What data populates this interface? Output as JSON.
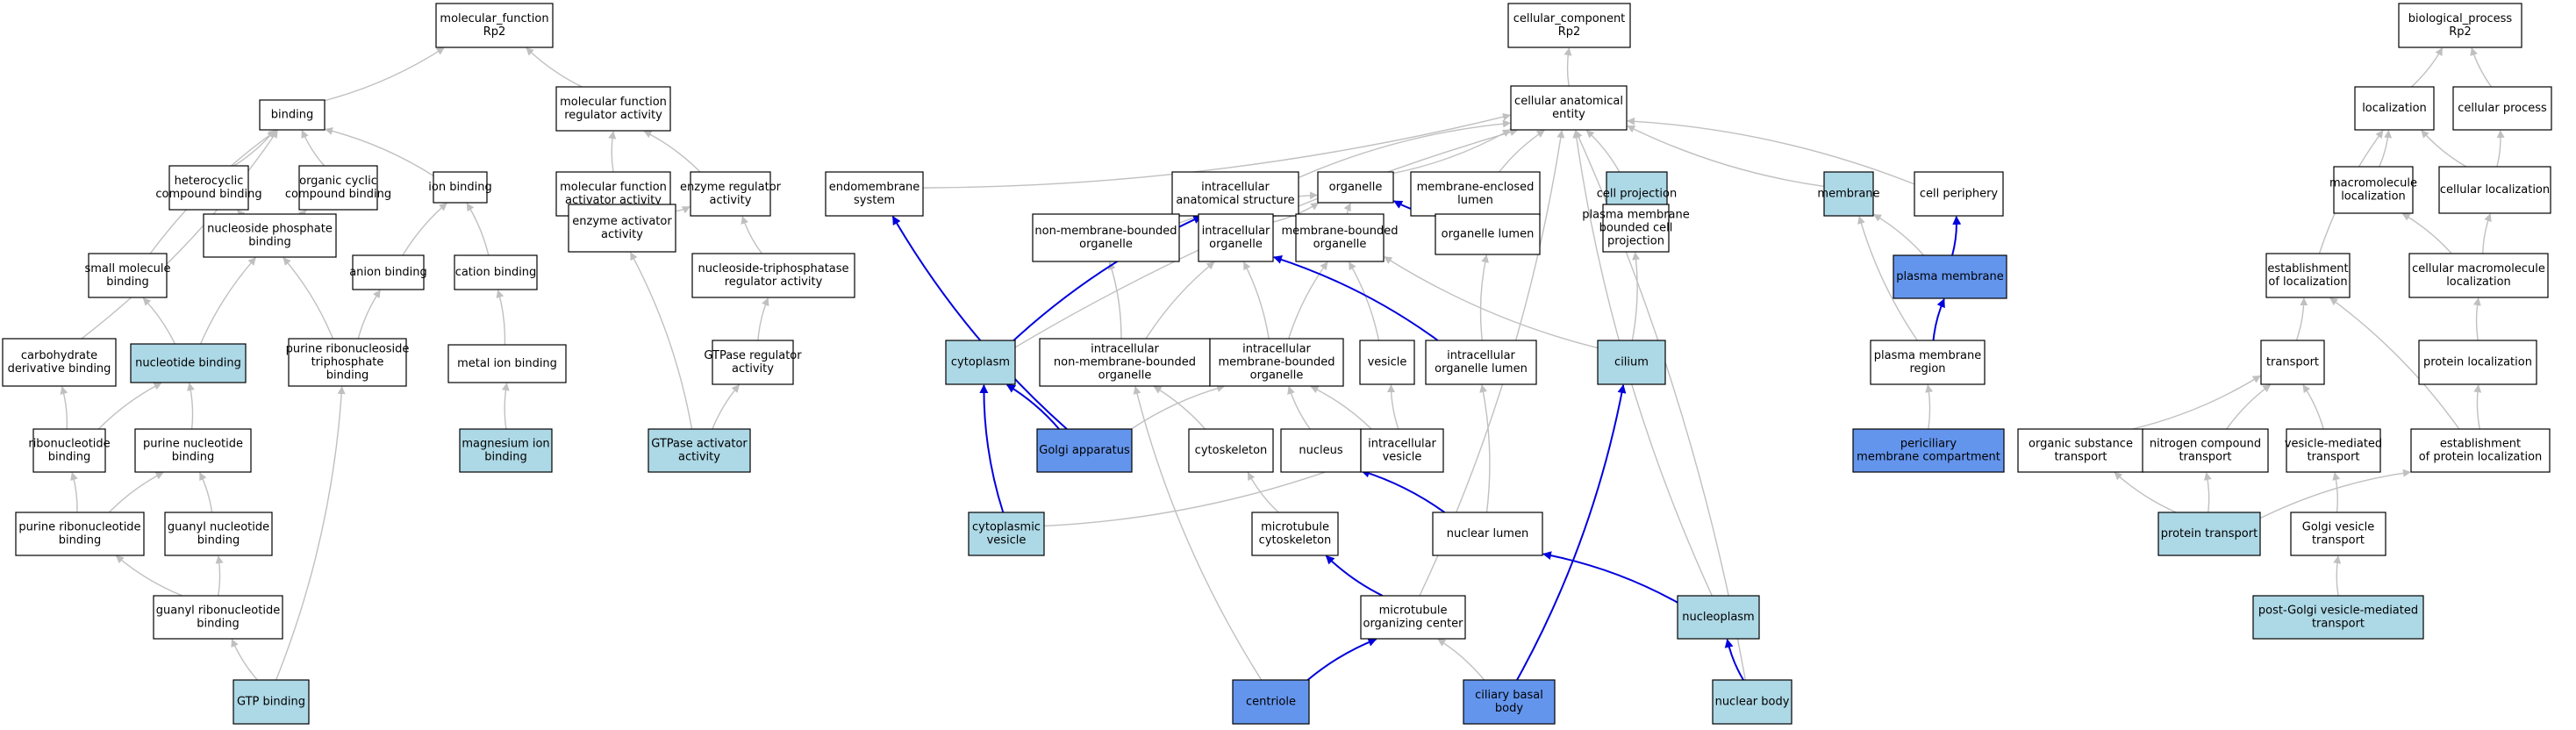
{
  "colors": {
    "plain": "#ffffff",
    "light": "#add8e6",
    "dark": "#6495ed",
    "edge_grey": "#c0c0c0",
    "edge_blue": "#0000dd"
  },
  "nodes": [
    {
      "id": "mf_root",
      "label": [
        "molecular_function",
        "Rp2"
      ],
      "fill": "plain"
    },
    {
      "id": "binding",
      "label": [
        "binding"
      ],
      "fill": "plain"
    },
    {
      "id": "mf_reg",
      "label": [
        "molecular function",
        "regulator activity"
      ],
      "fill": "plain"
    },
    {
      "id": "hetero",
      "label": [
        "heterocyclic",
        "compound binding"
      ],
      "fill": "plain"
    },
    {
      "id": "organic_cyclic",
      "label": [
        "organic cyclic",
        "compound binding"
      ],
      "fill": "plain"
    },
    {
      "id": "ion_binding",
      "label": [
        "ion binding"
      ],
      "fill": "plain"
    },
    {
      "id": "mf_act",
      "label": [
        "molecular function",
        "activator activity"
      ],
      "fill": "plain"
    },
    {
      "id": "enz_reg",
      "label": [
        "enzyme regulator",
        "activity"
      ],
      "fill": "plain"
    },
    {
      "id": "small_mol",
      "label": [
        "small molecule",
        "binding"
      ],
      "fill": "plain"
    },
    {
      "id": "nuc_phos",
      "label": [
        "nucleoside phosphate",
        "binding"
      ],
      "fill": "plain"
    },
    {
      "id": "anion",
      "label": [
        "anion binding"
      ],
      "fill": "plain"
    },
    {
      "id": "cation",
      "label": [
        "cation binding"
      ],
      "fill": "plain"
    },
    {
      "id": "enz_act",
      "label": [
        "enzyme activator",
        "activity"
      ],
      "fill": "plain"
    },
    {
      "id": "ntpase_reg",
      "label": [
        "nucleoside-triphosphatase",
        "regulator activity"
      ],
      "fill": "plain"
    },
    {
      "id": "carb",
      "label": [
        "carbohydrate",
        "derivative binding"
      ],
      "fill": "plain"
    },
    {
      "id": "nucleotide",
      "label": [
        "nucleotide binding"
      ],
      "fill": "light"
    },
    {
      "id": "purine_rnt",
      "label": [
        "purine ribonucleoside",
        "triphosphate",
        "binding"
      ],
      "fill": "plain"
    },
    {
      "id": "metal",
      "label": [
        "metal ion binding"
      ],
      "fill": "plain"
    },
    {
      "id": "gtpase_reg",
      "label": [
        "GTPase regulator",
        "activity"
      ],
      "fill": "plain"
    },
    {
      "id": "ribonuc",
      "label": [
        "ribonucleotide",
        "binding"
      ],
      "fill": "plain"
    },
    {
      "id": "purine_nuc",
      "label": [
        "purine nucleotide",
        "binding"
      ],
      "fill": "plain"
    },
    {
      "id": "magnesium",
      "label": [
        "magnesium ion",
        "binding"
      ],
      "fill": "light"
    },
    {
      "id": "gtpase_act",
      "label": [
        "GTPase activator",
        "activity"
      ],
      "fill": "light"
    },
    {
      "id": "purine_ribo",
      "label": [
        "purine ribonucleotide",
        "binding"
      ],
      "fill": "plain"
    },
    {
      "id": "guanyl_nuc",
      "label": [
        "guanyl nucleotide",
        "binding"
      ],
      "fill": "plain"
    },
    {
      "id": "guanyl_ribo",
      "label": [
        "guanyl ribonucleotide",
        "binding"
      ],
      "fill": "plain"
    },
    {
      "id": "gtp",
      "label": [
        "GTP binding"
      ],
      "fill": "light"
    },
    {
      "id": "cc_root",
      "label": [
        "cellular_component",
        "Rp2"
      ],
      "fill": "plain"
    },
    {
      "id": "cae",
      "label": [
        "cellular anatomical",
        "entity"
      ],
      "fill": "plain"
    },
    {
      "id": "endomem",
      "label": [
        "endomembrane",
        "system"
      ],
      "fill": "plain"
    },
    {
      "id": "intra_anat",
      "label": [
        "intracellular",
        "anatomical structure"
      ],
      "fill": "plain"
    },
    {
      "id": "organelle",
      "label": [
        "organelle"
      ],
      "fill": "plain"
    },
    {
      "id": "mem_lumen",
      "label": [
        "membrane-enclosed",
        "lumen"
      ],
      "fill": "plain"
    },
    {
      "id": "cell_proj",
      "label": [
        "cell projection"
      ],
      "fill": "light"
    },
    {
      "id": "membrane",
      "label": [
        "membrane"
      ],
      "fill": "light"
    },
    {
      "id": "cell_periph",
      "label": [
        "cell periphery"
      ],
      "fill": "plain"
    },
    {
      "id": "non_mem_org",
      "label": [
        "non-membrane-bounded",
        "organelle"
      ],
      "fill": "plain"
    },
    {
      "id": "intra_org",
      "label": [
        "intracellular",
        "organelle"
      ],
      "fill": "plain"
    },
    {
      "id": "mem_org",
      "label": [
        "membrane-bounded",
        "organelle"
      ],
      "fill": "plain"
    },
    {
      "id": "org_lumen",
      "label": [
        "organelle lumen"
      ],
      "fill": "plain"
    },
    {
      "id": "pm_proj",
      "label": [
        "plasma membrane",
        "bounded cell",
        "projection"
      ],
      "fill": "plain"
    },
    {
      "id": "pm",
      "label": [
        "plasma membrane"
      ],
      "fill": "dark"
    },
    {
      "id": "cytoplasm",
      "label": [
        "cytoplasm"
      ],
      "fill": "light"
    },
    {
      "id": "intra_nonmem",
      "label": [
        "intracellular",
        "non-membrane-bounded",
        "organelle"
      ],
      "fill": "plain"
    },
    {
      "id": "intra_mem",
      "label": [
        "intracellular",
        "membrane-bounded",
        "organelle"
      ],
      "fill": "plain"
    },
    {
      "id": "vesicle",
      "label": [
        "vesicle"
      ],
      "fill": "plain"
    },
    {
      "id": "intra_org_lumen",
      "label": [
        "intracellular",
        "organelle lumen"
      ],
      "fill": "plain"
    },
    {
      "id": "cilium",
      "label": [
        "cilium"
      ],
      "fill": "light"
    },
    {
      "id": "pm_region",
      "label": [
        "plasma membrane",
        "region"
      ],
      "fill": "plain"
    },
    {
      "id": "golgi",
      "label": [
        "Golgi apparatus"
      ],
      "fill": "dark"
    },
    {
      "id": "cytoskeleton",
      "label": [
        "cytoskeleton"
      ],
      "fill": "plain"
    },
    {
      "id": "nucleus",
      "label": [
        "nucleus"
      ],
      "fill": "plain"
    },
    {
      "id": "intra_vesicle",
      "label": [
        "intracellular",
        "vesicle"
      ],
      "fill": "plain"
    },
    {
      "id": "periciliary",
      "label": [
        "periciliary",
        "membrane compartment"
      ],
      "fill": "dark"
    },
    {
      "id": "cyto_vesicle",
      "label": [
        "cytoplasmic",
        "vesicle"
      ],
      "fill": "light"
    },
    {
      "id": "mt_cytoskel",
      "label": [
        "microtubule",
        "cytoskeleton"
      ],
      "fill": "plain"
    },
    {
      "id": "nuc_lumen",
      "label": [
        "nuclear lumen"
      ],
      "fill": "plain"
    },
    {
      "id": "mtoc",
      "label": [
        "microtubule",
        "organizing center"
      ],
      "fill": "plain"
    },
    {
      "id": "nucleoplasm",
      "label": [
        "nucleoplasm"
      ],
      "fill": "light"
    },
    {
      "id": "centriole",
      "label": [
        "centriole"
      ],
      "fill": "dark"
    },
    {
      "id": "basal_body",
      "label": [
        "ciliary basal",
        "body"
      ],
      "fill": "dark"
    },
    {
      "id": "nuc_body",
      "label": [
        "nuclear body"
      ],
      "fill": "light"
    },
    {
      "id": "bp_root",
      "label": [
        "biological_process",
        "Rp2"
      ],
      "fill": "plain"
    },
    {
      "id": "localization",
      "label": [
        "localization"
      ],
      "fill": "plain"
    },
    {
      "id": "cell_process",
      "label": [
        "cellular process"
      ],
      "fill": "plain"
    },
    {
      "id": "macro_loc",
      "label": [
        "macromolecule",
        "localization"
      ],
      "fill": "plain"
    },
    {
      "id": "cell_loc",
      "label": [
        "cellular localization"
      ],
      "fill": "plain"
    },
    {
      "id": "est_loc",
      "label": [
        "establishment",
        "of localization"
      ],
      "fill": "plain"
    },
    {
      "id": "cell_macro_loc",
      "label": [
        "cellular macromolecule",
        "localization"
      ],
      "fill": "plain"
    },
    {
      "id": "transport",
      "label": [
        "transport"
      ],
      "fill": "plain"
    },
    {
      "id": "protein_loc",
      "label": [
        "protein localization"
      ],
      "fill": "plain"
    },
    {
      "id": "organic_trans",
      "label": [
        "organic substance",
        "transport"
      ],
      "fill": "plain"
    },
    {
      "id": "nitrogen_trans",
      "label": [
        "nitrogen compound",
        "transport"
      ],
      "fill": "plain"
    },
    {
      "id": "vesicle_trans",
      "label": [
        "vesicle-mediated",
        "transport"
      ],
      "fill": "plain"
    },
    {
      "id": "est_prot_loc",
      "label": [
        "establishment",
        "of protein localization"
      ],
      "fill": "plain"
    },
    {
      "id": "protein_trans",
      "label": [
        "protein transport"
      ],
      "fill": "light"
    },
    {
      "id": "golgi_ves",
      "label": [
        "Golgi vesicle",
        "transport"
      ],
      "fill": "plain"
    },
    {
      "id": "post_golgi",
      "label": [
        "post-Golgi vesicle-mediated",
        "transport"
      ],
      "fill": "light"
    }
  ],
  "edges": [
    {
      "from": "binding",
      "to": "mf_root",
      "color": "grey"
    },
    {
      "from": "mf_reg",
      "to": "mf_root",
      "color": "grey"
    },
    {
      "from": "hetero",
      "to": "binding",
      "color": "grey"
    },
    {
      "from": "organic_cyclic",
      "to": "binding",
      "color": "grey"
    },
    {
      "from": "ion_binding",
      "to": "binding",
      "color": "grey"
    },
    {
      "from": "small_mol",
      "to": "binding",
      "color": "grey"
    },
    {
      "from": "carb",
      "to": "binding",
      "color": "grey"
    },
    {
      "from": "mf_act",
      "to": "mf_reg",
      "color": "grey"
    },
    {
      "from": "enz_reg",
      "to": "mf_reg",
      "color": "grey"
    },
    {
      "from": "nuc_phos",
      "to": "hetero",
      "color": "grey"
    },
    {
      "from": "nuc_phos",
      "to": "organic_cyclic",
      "color": "grey"
    },
    {
      "from": "anion",
      "to": "ion_binding",
      "color": "grey"
    },
    {
      "from": "cation",
      "to": "ion_binding",
      "color": "grey"
    },
    {
      "from": "enz_act",
      "to": "mf_act",
      "color": "grey"
    },
    {
      "from": "enz_act",
      "to": "enz_reg",
      "color": "grey"
    },
    {
      "from": "ntpase_reg",
      "to": "enz_reg",
      "color": "grey"
    },
    {
      "from": "nucleotide",
      "to": "small_mol",
      "color": "grey"
    },
    {
      "from": "nucleotide",
      "to": "nuc_phos",
      "color": "grey"
    },
    {
      "from": "purine_rnt",
      "to": "nuc_phos",
      "color": "grey"
    },
    {
      "from": "purine_rnt",
      "to": "anion",
      "color": "grey"
    },
    {
      "from": "metal",
      "to": "cation",
      "color": "grey"
    },
    {
      "from": "gtpase_reg",
      "to": "ntpase_reg",
      "color": "grey"
    },
    {
      "from": "ribonuc",
      "to": "carb",
      "color": "grey"
    },
    {
      "from": "ribonuc",
      "to": "nucleotide",
      "color": "grey"
    },
    {
      "from": "purine_nuc",
      "to": "nucleotide",
      "color": "grey"
    },
    {
      "from": "magnesium",
      "to": "metal",
      "color": "grey"
    },
    {
      "from": "gtpase_act",
      "to": "enz_act",
      "color": "grey"
    },
    {
      "from": "gtpase_act",
      "to": "gtpase_reg",
      "color": "grey"
    },
    {
      "from": "purine_ribo",
      "to": "ribonuc",
      "color": "grey"
    },
    {
      "from": "purine_ribo",
      "to": "purine_nuc",
      "color": "grey"
    },
    {
      "from": "guanyl_nuc",
      "to": "purine_nuc",
      "color": "grey"
    },
    {
      "from": "guanyl_ribo",
      "to": "purine_ribo",
      "color": "grey"
    },
    {
      "from": "guanyl_ribo",
      "to": "guanyl_nuc",
      "color": "grey"
    },
    {
      "from": "gtp",
      "to": "guanyl_ribo",
      "color": "grey"
    },
    {
      "from": "gtp",
      "to": "purine_rnt",
      "color": "grey"
    },
    {
      "from": "cae",
      "to": "cc_root",
      "color": "grey"
    },
    {
      "from": "endomem",
      "to": "cae",
      "color": "grey"
    },
    {
      "from": "intra_anat",
      "to": "cae",
      "color": "grey"
    },
    {
      "from": "organelle",
      "to": "cae",
      "color": "grey"
    },
    {
      "from": "mem_lumen",
      "to": "cae",
      "color": "grey"
    },
    {
      "from": "cell_proj",
      "to": "cae",
      "color": "grey"
    },
    {
      "from": "membrane",
      "to": "cae",
      "color": "grey"
    },
    {
      "from": "cell_periph",
      "to": "cae",
      "color": "grey"
    },
    {
      "from": "cytoplasm",
      "to": "cae",
      "color": "grey"
    },
    {
      "from": "mtoc",
      "to": "cae",
      "color": "grey"
    },
    {
      "from": "nucleoplasm",
      "to": "cae",
      "color": "grey"
    },
    {
      "from": "nuc_body",
      "to": "cae",
      "color": "grey"
    },
    {
      "from": "non_mem_org",
      "to": "organelle",
      "color": "grey"
    },
    {
      "from": "intra_org",
      "to": "organelle",
      "color": "grey"
    },
    {
      "from": "mem_org",
      "to": "organelle",
      "color": "grey"
    },
    {
      "from": "org_lumen",
      "to": "mem_lumen",
      "color": "grey"
    },
    {
      "from": "pm_proj",
      "to": "cell_proj",
      "color": "grey"
    },
    {
      "from": "pm",
      "to": "membrane",
      "color": "grey"
    },
    {
      "from": "pm_region",
      "to": "membrane",
      "color": "grey"
    },
    {
      "from": "intra_nonmem",
      "to": "non_mem_org",
      "color": "grey"
    },
    {
      "from": "intra_nonmem",
      "to": "intra_org",
      "color": "grey"
    },
    {
      "from": "intra_mem",
      "to": "intra_org",
      "color": "grey"
    },
    {
      "from": "intra_mem",
      "to": "mem_org",
      "color": "grey"
    },
    {
      "from": "vesicle",
      "to": "mem_org",
      "color": "grey"
    },
    {
      "from": "intra_org_lumen",
      "to": "org_lumen",
      "color": "grey"
    },
    {
      "from": "cilium",
      "to": "pm_proj",
      "color": "grey"
    },
    {
      "from": "cilium",
      "to": "mem_org",
      "color": "grey"
    },
    {
      "from": "periciliary",
      "to": "pm_region",
      "color": "grey"
    },
    {
      "from": "golgi",
      "to": "intra_mem",
      "color": "grey"
    },
    {
      "from": "cytoskeleton",
      "to": "intra_nonmem",
      "color": "grey"
    },
    {
      "from": "nucleus",
      "to": "intra_mem",
      "color": "grey"
    },
    {
      "from": "intra_vesicle",
      "to": "intra_mem",
      "color": "grey"
    },
    {
      "from": "intra_vesicle",
      "to": "vesicle",
      "color": "grey"
    },
    {
      "from": "cyto_vesicle",
      "to": "intra_vesicle",
      "color": "grey"
    },
    {
      "from": "mt_cytoskel",
      "to": "cytoskeleton",
      "color": "grey"
    },
    {
      "from": "nuc_lumen",
      "to": "intra_org_lumen",
      "color": "grey"
    },
    {
      "from": "centriole",
      "to": "intra_nonmem",
      "color": "grey"
    },
    {
      "from": "basal_body",
      "to": "mtoc",
      "color": "grey"
    },
    {
      "from": "cytoplasm",
      "to": "intra_anat",
      "color": "blue"
    },
    {
      "from": "intra_org",
      "to": "intra_anat",
      "color": "blue"
    },
    {
      "from": "org_lumen",
      "to": "organelle",
      "color": "blue"
    },
    {
      "from": "pm",
      "to": "cell_periph",
      "color": "blue"
    },
    {
      "from": "pm_region",
      "to": "pm",
      "color": "blue"
    },
    {
      "from": "intra_org_lumen",
      "to": "intra_org",
      "color": "blue"
    },
    {
      "from": "golgi",
      "to": "endomem",
      "color": "blue"
    },
    {
      "from": "golgi",
      "to": "cytoplasm",
      "color": "blue"
    },
    {
      "from": "cyto_vesicle",
      "to": "cytoplasm",
      "color": "blue"
    },
    {
      "from": "nuc_lumen",
      "to": "nucleus",
      "color": "blue"
    },
    {
      "from": "mtoc",
      "to": "mt_cytoskel",
      "color": "blue"
    },
    {
      "from": "nucleoplasm",
      "to": "nuc_lumen",
      "color": "blue"
    },
    {
      "from": "centriole",
      "to": "mtoc",
      "color": "blue"
    },
    {
      "from": "basal_body",
      "to": "cilium",
      "color": "blue"
    },
    {
      "from": "nuc_body",
      "to": "nucleoplasm",
      "color": "blue"
    },
    {
      "from": "localization",
      "to": "bp_root",
      "color": "grey"
    },
    {
      "from": "cell_process",
      "to": "bp_root",
      "color": "grey"
    },
    {
      "from": "macro_loc",
      "to": "localization",
      "color": "grey"
    },
    {
      "from": "cell_loc",
      "to": "localization",
      "color": "grey"
    },
    {
      "from": "cell_loc",
      "to": "cell_process",
      "color": "grey"
    },
    {
      "from": "est_loc",
      "to": "localization",
      "color": "grey"
    },
    {
      "from": "cell_macro_loc",
      "to": "macro_loc",
      "color": "grey"
    },
    {
      "from": "cell_macro_loc",
      "to": "cell_loc",
      "color": "grey"
    },
    {
      "from": "transport",
      "to": "est_loc",
      "color": "grey"
    },
    {
      "from": "protein_loc",
      "to": "cell_macro_loc",
      "color": "grey"
    },
    {
      "from": "organic_trans",
      "to": "transport",
      "color": "grey"
    },
    {
      "from": "nitrogen_trans",
      "to": "transport",
      "color": "grey"
    },
    {
      "from": "vesicle_trans",
      "to": "transport",
      "color": "grey"
    },
    {
      "from": "est_prot_loc",
      "to": "protein_loc",
      "color": "grey"
    },
    {
      "from": "est_prot_loc",
      "to": "est_loc",
      "color": "grey"
    },
    {
      "from": "protein_trans",
      "to": "organic_trans",
      "color": "grey"
    },
    {
      "from": "protein_trans",
      "to": "nitrogen_trans",
      "color": "grey"
    },
    {
      "from": "protein_trans",
      "to": "est_prot_loc",
      "color": "grey"
    },
    {
      "from": "golgi_ves",
      "to": "vesicle_trans",
      "color": "grey"
    },
    {
      "from": "post_golgi",
      "to": "golgi_ves",
      "color": "grey"
    }
  ]
}
